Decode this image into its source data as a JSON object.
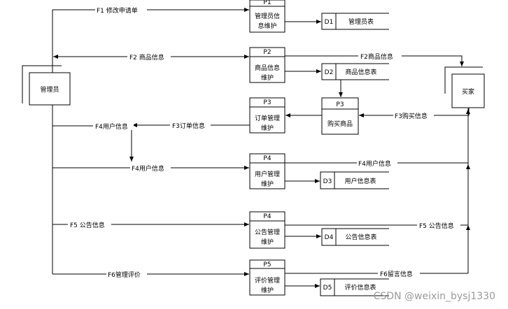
{
  "external": {
    "admin": "管理员",
    "buyer": "买家"
  },
  "processes": [
    {
      "id": "P1",
      "label1": "管理员信",
      "label2": "息维护"
    },
    {
      "id": "P2",
      "label1": "商品信息",
      "label2": "维护"
    },
    {
      "id": "P3",
      "label1": "订单管理",
      "label2": "维护"
    },
    {
      "id": "P3",
      "label1": "购买商品",
      "label2": ""
    },
    {
      "id": "P4",
      "label1": "用户管理",
      "label2": "维护"
    },
    {
      "id": "P4",
      "label1": "公告管理",
      "label2": "维护"
    },
    {
      "id": "P5",
      "label1": "评价管理",
      "label2": "维护"
    }
  ],
  "stores": [
    {
      "id": "D1",
      "name": "管理员表"
    },
    {
      "id": "D2",
      "name": "商品信息表"
    },
    {
      "id": "D3",
      "name": "用户信息表"
    },
    {
      "id": "D4",
      "name": "公告信息表"
    },
    {
      "id": "D5",
      "name": "评价信息表"
    }
  ],
  "flows": {
    "f1": "F1 修改申请单",
    "f2_left": "F2 商品信息",
    "f2_right": "F2商品信息",
    "f3_buy": "F3购买信息",
    "f3_order": "F3订单信息",
    "f4_left": "F4用户信息",
    "f4_down": "F4用户信息",
    "f4_right": "F4用户信息",
    "f5_left": "F5 公告信息",
    "f5_right": "F5 公告信息",
    "f6_left": "F6管理评价",
    "f6_right": "F6留言信息"
  },
  "watermark": "CSDN @weixin_bysj1330"
}
